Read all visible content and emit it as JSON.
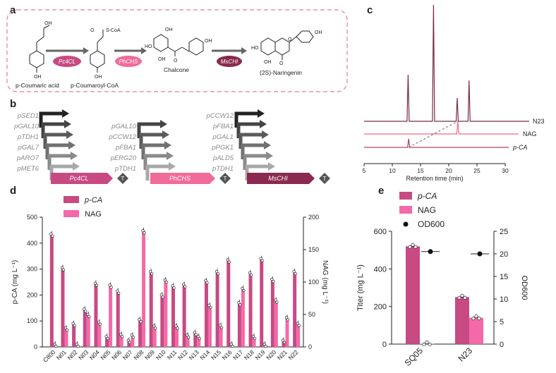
{
  "panels": {
    "a": {
      "letter": "a",
      "compounds": {
        "pca": "p-Coumaric acid",
        "pcoa": "p-Coumaroyl-CoA",
        "chalcone": "Chalcone",
        "naringenin": "(2S)-Naringenin"
      },
      "enzymes": [
        "Pc4CL",
        "PhCHS",
        "MsCHI"
      ],
      "atoms": {
        "oh": "OH",
        "o": "O",
        "scoa": "S-CoA",
        "ho": "HO"
      },
      "colors": {
        "pc4cl": "#c74a83",
        "phchs": "#f06b9a",
        "mschi": "#8a2a50",
        "border": "#e67aa0"
      }
    },
    "b": {
      "letter": "b",
      "group1": {
        "promoters": [
          "pSED1",
          "pGAL10",
          "pTDH1",
          "pGAL7",
          "pARO7",
          "pMET6"
        ],
        "gene": "Pc4CL"
      },
      "group2": {
        "promoters": [
          "pGAL10",
          "pCCW12",
          "pFBA1",
          "pERG20",
          "pTDH1"
        ],
        "gene": "PhCHS"
      },
      "group3": {
        "promoters": [
          "pCCW12",
          "pFBA1",
          "pGAL1",
          "pPGK1",
          "pALD5",
          "pTDH1"
        ],
        "gene": "MsCHI"
      },
      "terminator": "T"
    },
    "c": {
      "letter": "c",
      "traces": [
        "N23",
        "NAG",
        "p-CA"
      ],
      "xlabel": "Retention time (min)",
      "xticks": [
        "5",
        "10",
        "15",
        "20",
        "25",
        "30"
      ],
      "colors": {
        "n23": "#7a2a4a",
        "nag": "#f06b7a",
        "pca": "#b0406a"
      }
    },
    "d": {
      "letter": "d",
      "legend": [
        "p-CA",
        "NAG"
      ],
      "ylabel_left": "p-CA (mg L⁻¹)",
      "ylabel_right": "NAG (mg L⁻¹)"
    },
    "e": {
      "letter": "e",
      "legend": [
        "p-CA",
        "NAG",
        "OD600"
      ],
      "ylabel_left": "Titer (mg L⁻¹)",
      "ylabel_right": "OD600"
    }
  },
  "chart_data": [
    {
      "type": "bar",
      "panel": "d",
      "categories": [
        "C800",
        "N01",
        "N02",
        "N03",
        "N04",
        "N05",
        "N06",
        "N07",
        "N08",
        "N09",
        "N10",
        "N11",
        "N12",
        "N13",
        "N14",
        "N15",
        "N16",
        "N17",
        "N18",
        "N19",
        "N20",
        "N21",
        "N22"
      ],
      "series": [
        {
          "name": "p-CA",
          "axis": "left",
          "color": "#c74a83",
          "values": [
            430,
            300,
            85,
            140,
            240,
            35,
            210,
            20,
            100,
            285,
            195,
            230,
            235,
            50,
            250,
            285,
            330,
            165,
            280,
            335,
            255,
            20,
            285
          ]
        },
        {
          "name": "NAG",
          "axis": "right",
          "color": "#f46aa8",
          "values": [
            2,
            27,
            2,
            48,
            36,
            93,
            17,
            16,
            177,
            30,
            101,
            30,
            16,
            14,
            62,
            31,
            2,
            88,
            14,
            2,
            70,
            43,
            34
          ]
        }
      ],
      "ylim_left": [
        0,
        500
      ],
      "yticks_left": [
        "0",
        "100",
        "200",
        "300",
        "400",
        "500"
      ],
      "ylim_right": [
        0,
        200
      ],
      "yticks_right": [
        "0",
        "50",
        "100",
        "150",
        "200"
      ]
    },
    {
      "type": "bar",
      "panel": "e",
      "categories": [
        "SQ05",
        "N23"
      ],
      "series": [
        {
          "name": "p-CA",
          "axis": "left",
          "color": "#c74a83",
          "values": [
            520,
            250
          ]
        },
        {
          "name": "NAG",
          "axis": "left",
          "color": "#f46aa8",
          "values": [
            2,
            140
          ]
        },
        {
          "name": "OD600",
          "axis": "right",
          "color": "#111111",
          "values": [
            20.5,
            20
          ]
        }
      ],
      "ylim_left": [
        0,
        600
      ],
      "yticks_left": [
        "0",
        "200",
        "400",
        "600"
      ],
      "ylim_right": [
        0,
        25
      ],
      "yticks_right": [
        "0",
        "5",
        "10",
        "15",
        "20",
        "25"
      ]
    },
    {
      "type": "line",
      "panel": "c",
      "x_range": [
        5,
        30
      ],
      "series": [
        {
          "name": "N23",
          "peaks": [
            {
              "x": 12.8,
              "h": 0.4
            },
            {
              "x": 17.3,
              "h": 1.0
            },
            {
              "x": 21.5,
              "h": 0.2
            },
            {
              "x": 23.6,
              "h": 0.35
            }
          ]
        },
        {
          "name": "NAG",
          "peaks": [
            {
              "x": 21.6,
              "h": 0.45
            }
          ]
        },
        {
          "name": "p-CA",
          "peaks": [
            {
              "x": 12.9,
              "h": 0.35
            }
          ]
        }
      ]
    }
  ]
}
